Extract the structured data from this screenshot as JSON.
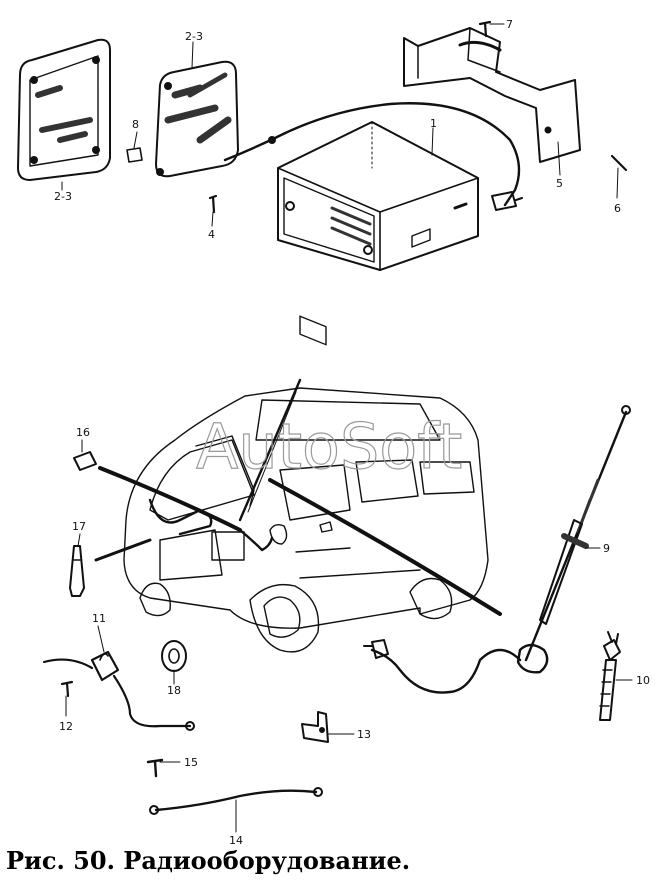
{
  "caption": "Рис. 50. Радиооборудование.",
  "watermark": "AutoSoft",
  "callouts": {
    "c1": "1",
    "c23a": "2-3",
    "c23b": "2-3",
    "c4": "4",
    "c5": "5",
    "c6": "6",
    "c7": "7",
    "c8": "8",
    "c9": "9",
    "c10": "10",
    "c11": "11",
    "c12": "12",
    "c13": "13",
    "c14": "14",
    "c15": "15",
    "c16": "16",
    "c17": "17",
    "c18": "18"
  }
}
